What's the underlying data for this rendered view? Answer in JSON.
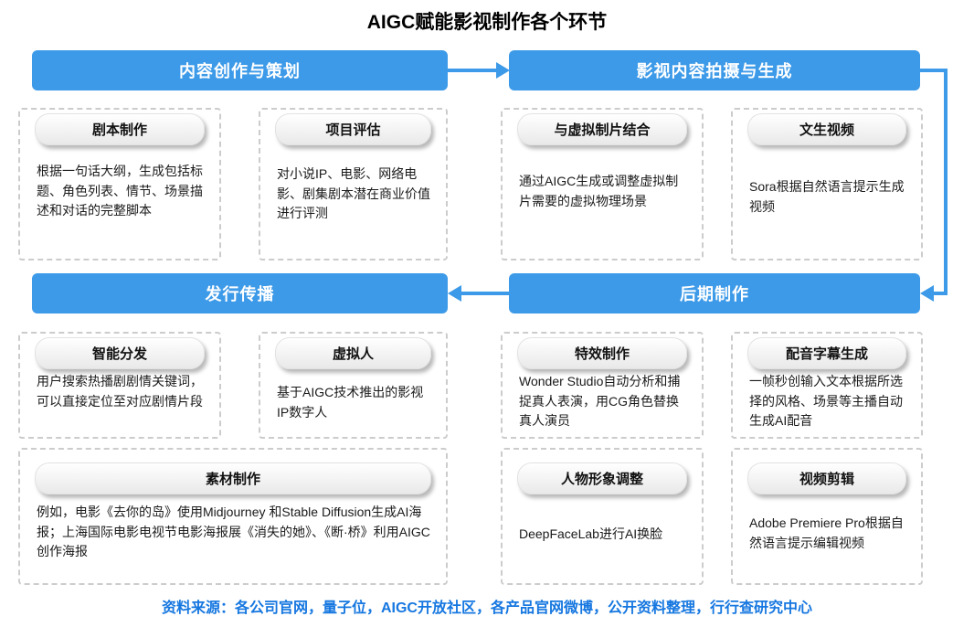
{
  "title": "AIGC赋能影视制作各个环节",
  "sections": {
    "creation": {
      "header": "内容创作与策划"
    },
    "shooting": {
      "header": "影视内容拍摄与生成"
    },
    "distribution": {
      "header": "发行传播"
    },
    "post": {
      "header": "后期制作"
    }
  },
  "cards": {
    "script": {
      "title": "剧本制作",
      "desc": "根据一句话大纲，生成包括标题、角色列表、情节、场景描述和对话的完整脚本"
    },
    "evaluation": {
      "title": "项目评估",
      "desc": "对小说IP、电影、网络电影、剧集剧本潜在商业价值进行评测"
    },
    "virtual_production": {
      "title": "与虚拟制片结合",
      "desc": "通过AIGC生成或调整虚拟制片需要的虚拟物理场景"
    },
    "text_to_video": {
      "title": "文生视频",
      "desc": "Sora根据自然语言提示生成视频"
    },
    "smart_distribution": {
      "title": "智能分发",
      "desc": "用户搜索热播剧剧情关键词，可以直接定位至对应剧情片段"
    },
    "virtual_human": {
      "title": "虚拟人",
      "desc": "基于AIGC技术推出的影视IP数字人"
    },
    "material": {
      "title": "素材制作",
      "desc": "例如，电影《去你的岛》使用Midjourney 和Stable Diffusion生成AI海报；上海国际电影电视节电影海报展《消失的她》、《断·桥》利用AIGC创作海报"
    },
    "vfx": {
      "title": "特效制作",
      "desc": "Wonder Studio自动分析和捕捉真人表演，用CG角色替换真人演员"
    },
    "dubbing": {
      "title": "配音字幕生成",
      "desc": "一帧秒创输入文本根据所选择的风格、场景等主播自动生成AI配音"
    },
    "face_adjust": {
      "title": "人物形象调整",
      "desc": "DeepFaceLab进行AI换脸"
    },
    "video_edit": {
      "title": "视频剪辑",
      "desc": "Adobe Premiere Pro根据自然语言提示编辑视频"
    }
  },
  "source": "资料来源：各公司官网，量子位，AIGC开放社区，各产品官网微博，公开资料整理，行行查研究中心",
  "colors": {
    "accent": "#3D9AE8",
    "source_text": "#1677E0"
  }
}
